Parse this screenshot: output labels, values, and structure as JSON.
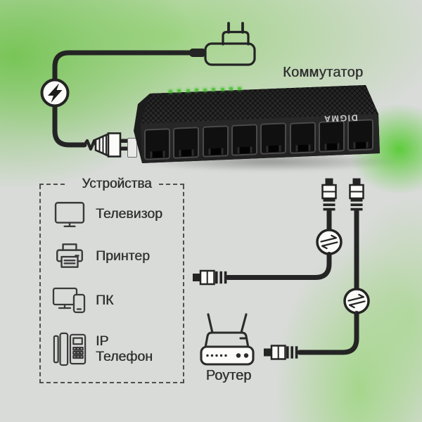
{
  "header": {
    "switch_title": "Коммутатор"
  },
  "switch": {
    "brand": "DIGMA",
    "ports": 8,
    "leds": 9,
    "led_color": "#55c33e"
  },
  "devices_panel": {
    "title": "Устройства",
    "items": [
      {
        "icon": "tv-icon",
        "label": "Телевизор"
      },
      {
        "icon": "printer-icon",
        "label": "Принтер"
      },
      {
        "icon": "pc-icon",
        "label": "ПК"
      },
      {
        "icon": "ip-phone-icon",
        "label": "IP Телефон"
      }
    ]
  },
  "router": {
    "icon": "router-icon",
    "label": "Роутер"
  },
  "icons": {
    "power": [
      "power-adapter-icon",
      "lightning-icon",
      "dc-plug-icon"
    ],
    "network": [
      "rj45-plug-icon",
      "data-transfer-icon"
    ]
  },
  "colors": {
    "background_gray": "#d9dbd9",
    "accent_green": "#7cc75e",
    "glow_green": "#5ecb3b",
    "line_art": "#242424",
    "switch_body": "#242424",
    "led_green": "#55c33e",
    "text": "#2e2e2e"
  }
}
